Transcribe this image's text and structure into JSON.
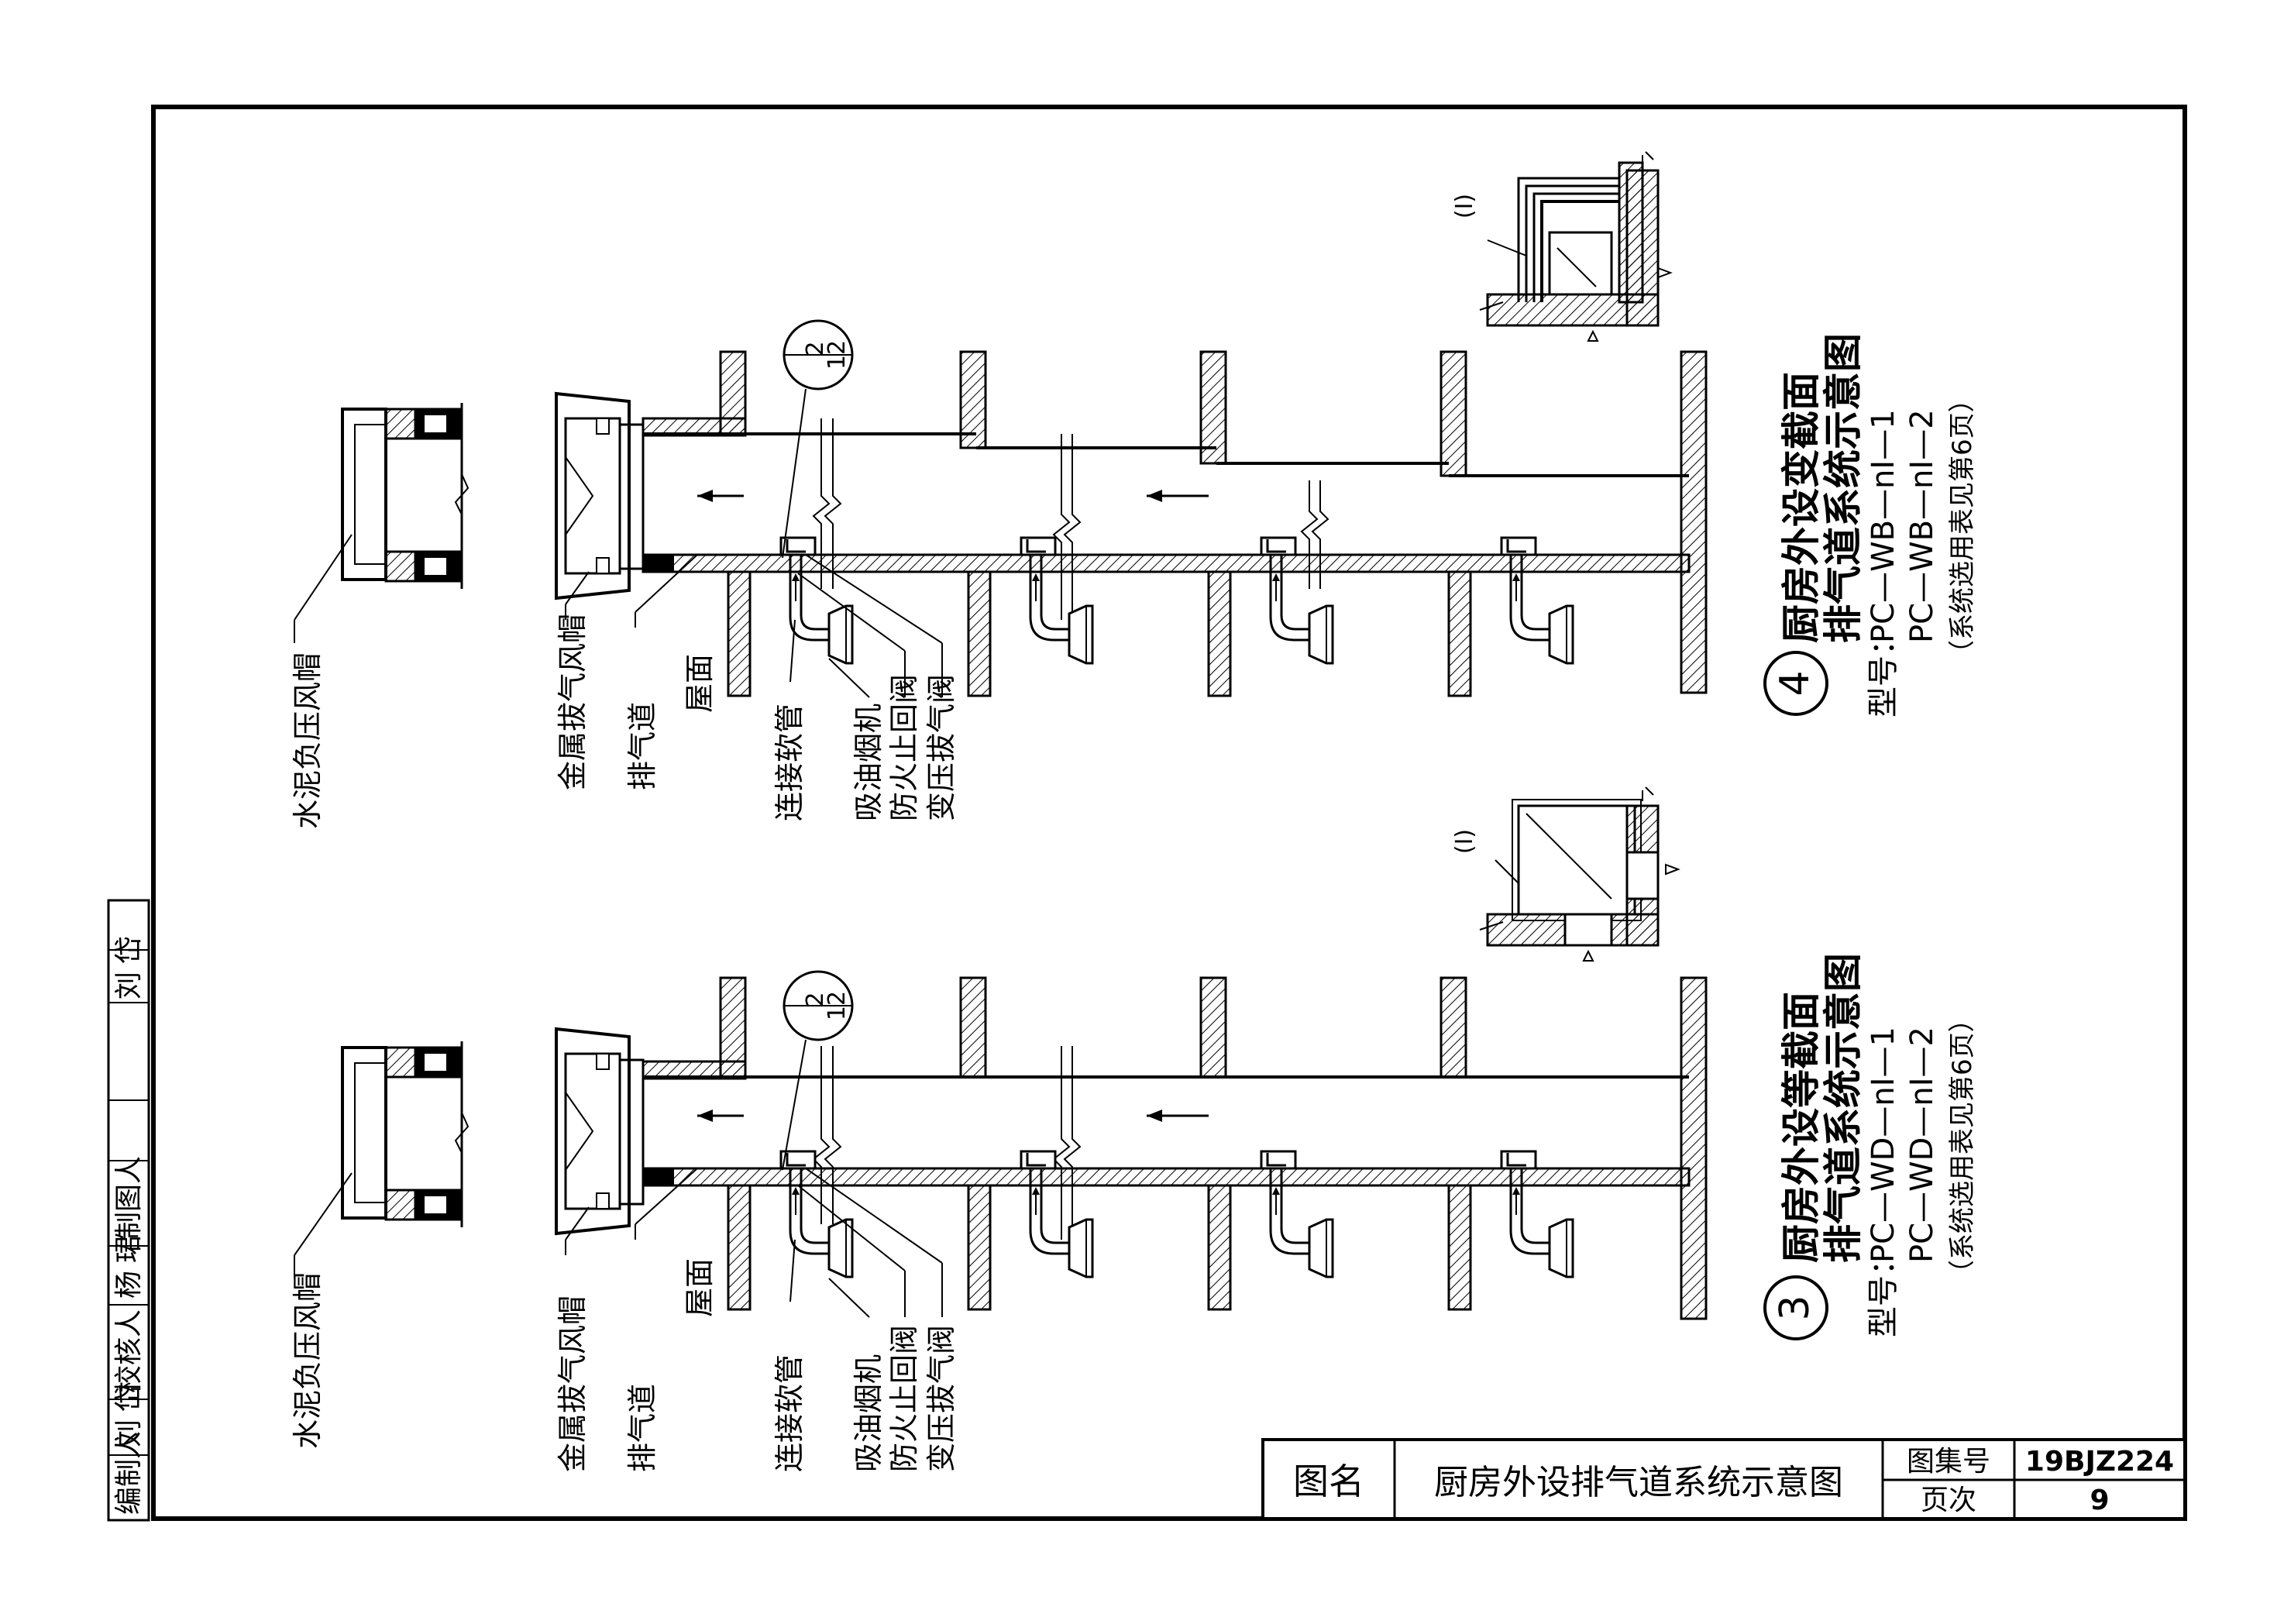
{
  "title_block": {
    "name_label": "图名",
    "drawing_title": "厨房外设排气道系统示意图",
    "atlas_label": "图集号",
    "atlas_no": "19BJZ224",
    "page_label": "页次",
    "page_no": "9"
  },
  "signatures": {
    "compiler_label": "编制人",
    "compiler_name": "刘岱",
    "checker_label": "校核人",
    "checker_name": "杨珺",
    "drafter_label": "制图人",
    "drafter_name": "刘岱"
  },
  "diagram3": {
    "number": "3",
    "title_line1": "厨房外设等截面",
    "title_line2": "排气道系统示意图",
    "model_label": "型号：",
    "model1": "PC—WD—nI—1",
    "model2": "PC—WD—nI—2",
    "note": "（系统选用表见第6页）",
    "section_mark": "(I)",
    "detail_top": "2",
    "detail_bottom": "12"
  },
  "diagram4": {
    "number": "4",
    "title_line1": "厨房外设变截面",
    "title_line2": "排气道系统示意图",
    "model_label": "型号：",
    "model1": "PC—WB—nI—1",
    "model2": "PC—WB—nI—2",
    "note": "（系统选用表见第6页）",
    "section_mark": "(I)",
    "detail_top": "2",
    "detail_bottom": "12"
  },
  "labels": {
    "cement_cap": "水泥负压风帽",
    "metal_cap": "金属拔气风帽",
    "exhaust_duct": "排气道",
    "roof": "屋面",
    "hose": "连接软管",
    "hood": "吸油烟机",
    "fire_valve": "防火止回阀",
    "pressure_valve": "变压拔气阀"
  }
}
